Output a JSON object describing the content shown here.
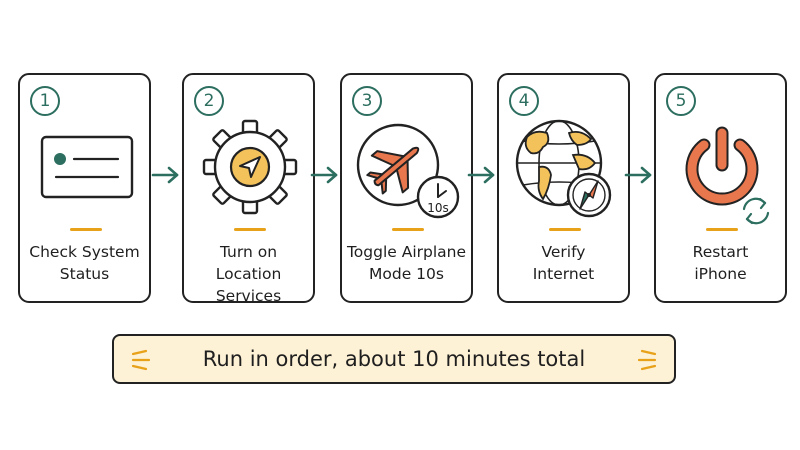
{
  "steps": [
    {
      "number": "1",
      "label": "Check System\nStatus",
      "icon": "status-panel-icon"
    },
    {
      "number": "2",
      "label": "Turn on\nLocation Services",
      "icon": "gear-location-icon"
    },
    {
      "number": "3",
      "label": "Toggle Airplane\nMode 10s",
      "icon": "airplane-timer-icon",
      "timer_text": "10s"
    },
    {
      "number": "4",
      "label": "Verify\nInternet",
      "icon": "globe-compass-icon"
    },
    {
      "number": "5",
      "label": "Restart\niPhone",
      "icon": "power-restart-icon"
    }
  ],
  "banner": {
    "text": "Run in order, about 10 minutes total"
  },
  "colors": {
    "accent_orange": "#e8774e",
    "accent_yellow": "#f3c25b",
    "teal": "#2c6e5f",
    "banner_bg": "#fdf1d6",
    "outline": "#222222"
  }
}
